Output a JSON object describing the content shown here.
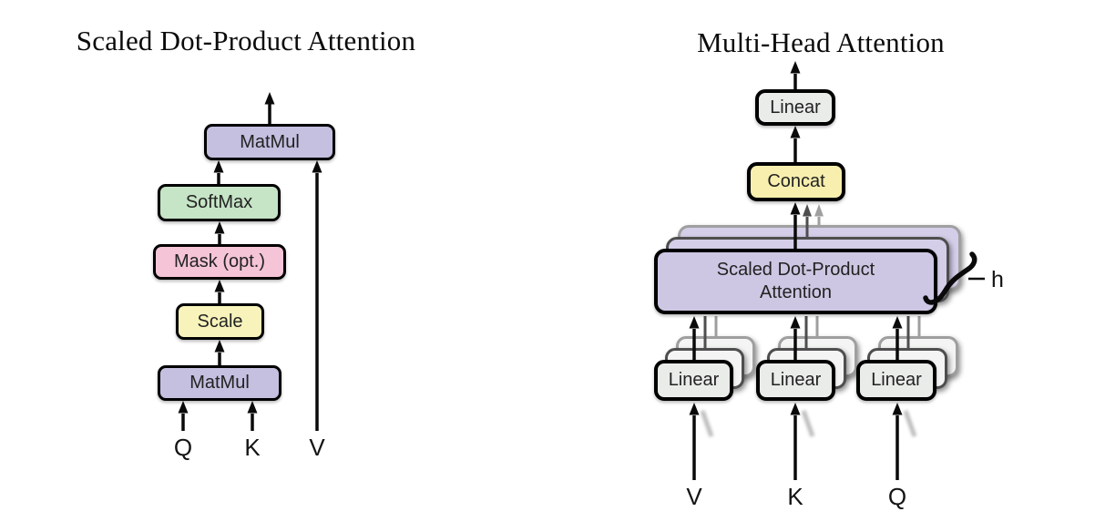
{
  "colors": {
    "purple": "#c5bfe0",
    "purple-big": "#cdc7e3",
    "purple-stack": "#d4cee9",
    "green": "#c6e4c6",
    "pink": "#f5c4d7",
    "yellow": "#f8f3bb",
    "yellow-concat": "#f8efae",
    "gray-linear": "#e9ece9",
    "gray-stack-fill": "#f3f4f3",
    "ink": "#1f1f1f"
  },
  "left": {
    "title": "Scaled Dot-Product Attention",
    "nodes": {
      "matmul_top": "MatMul",
      "softmax": "SoftMax",
      "mask": "Mask (opt.)",
      "scale": "Scale",
      "matmul_bottom": "MatMul"
    },
    "inputs": {
      "q": "Q",
      "k": "K",
      "v": "V"
    }
  },
  "right": {
    "title": "Multi-Head Attention",
    "nodes": {
      "linear_out": "Linear",
      "concat": "Concat",
      "sdpa_line1": "Scaled Dot-Product",
      "sdpa_line2": "Attention",
      "linear_v": "Linear",
      "linear_k": "Linear",
      "linear_q": "Linear"
    },
    "inputs": {
      "v": "V",
      "k": "K",
      "q": "Q"
    },
    "heads_label": "h"
  }
}
